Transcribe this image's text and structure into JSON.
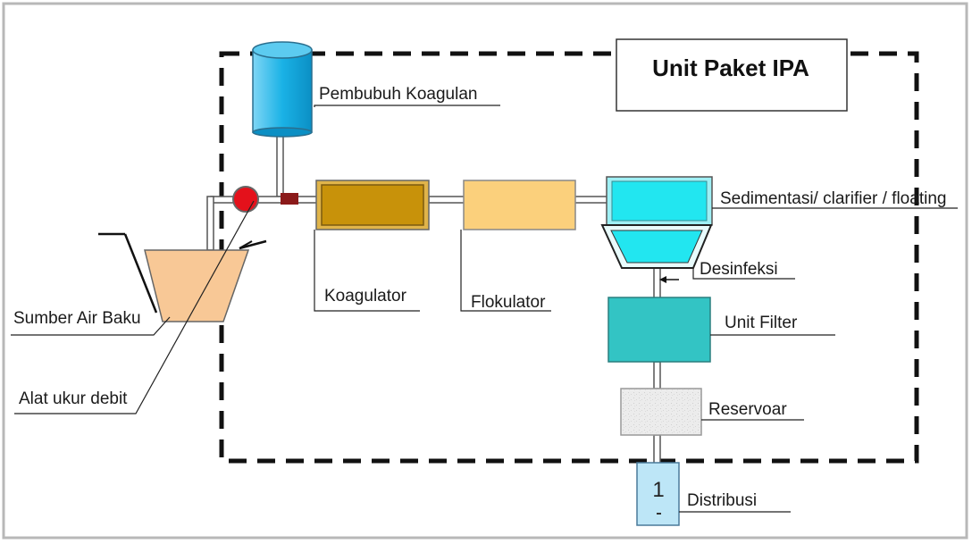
{
  "diagram": {
    "title": "Unit Paket IPA",
    "labels": {
      "pembubuh": "Pembubuh  Koagulan",
      "sedimentasi": "Sedimentasi/ clarifier / floating",
      "koagulator": "Koagulator",
      "flokulator": "Flokulator",
      "desinfeksi": "Desinfeksi",
      "unit_filter": "Unit Filter",
      "reservoar": "Reservoar",
      "distribusi": "Distribusi",
      "sumber": "Sumber Air  Baku",
      "alat_ukur": "Alat ukur debit"
    },
    "distribusi_mark": "1",
    "colors": {
      "tank": "#1ab2e6",
      "pump": "#e4111b",
      "valve": "#8b1a1a",
      "koagulator": "#c8920a",
      "flokulator": "#fbd07c",
      "sedimentasi": "#22e6f0",
      "filter": "#33c4c4",
      "reservoar": "#e8e8e8",
      "distribusi": "#bde6f7",
      "sumber": "#f8c896"
    }
  }
}
